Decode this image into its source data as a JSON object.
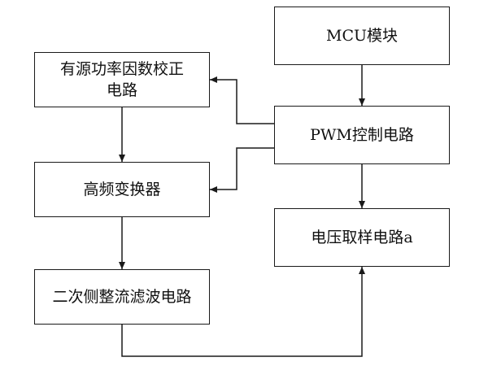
{
  "blocks": {
    "mcu": "MCU模块",
    "pwm": "PWM控制电路",
    "voltage_sampling": "电压取样电路a",
    "active_pfc": "有源功率因数校正电路",
    "hf_converter": "高频变换器",
    "secondary_rectifier": "二次侧整流滤波电路"
  }
}
